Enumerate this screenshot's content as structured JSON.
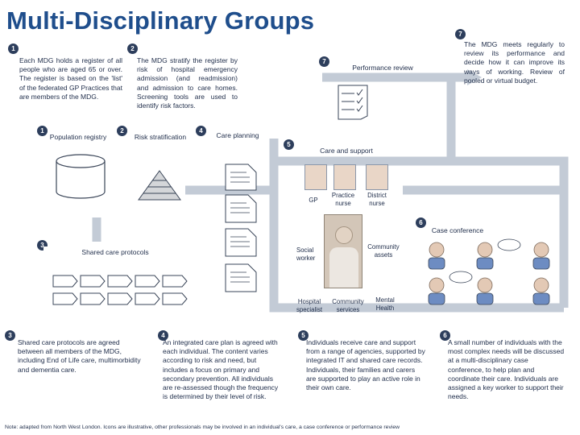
{
  "title": "Multi-Disciplinary Groups",
  "top": {
    "text1": "Each MDG holds a register of all people who are aged 65 or over. The register is based on the 'list' of the federated GP Practices that are members of the MDG.",
    "num1": "1",
    "text2": "The MDG stratify the register by risk of hospital emergency admission (and readmission) and admission to care homes. Screening tools are used to identify risk factors.",
    "num2": "2",
    "text7": "The MDG meets regularly to review its performance and decide how it can improve its ways of working. Review of pooled or virtual budget.",
    "num7": "7"
  },
  "flow": {
    "population": {
      "num": "1",
      "label": "Population registry"
    },
    "risk": {
      "num": "2",
      "label": "Risk stratification"
    },
    "care_planning": {
      "num": "4",
      "label": "Care planning"
    },
    "performance": {
      "num": "7",
      "label": "Performance review"
    },
    "care_support": {
      "num": "5",
      "label": "Care and support"
    },
    "care_conference": {
      "num": "6",
      "label": "Case conference"
    },
    "shared": {
      "num": "3",
      "label": "Shared care protocols"
    }
  },
  "people": {
    "gp": "GP",
    "practice_nurse": "Practice nurse",
    "district_nurse": "District nurse",
    "social_worker": "Social worker",
    "community_assets": "Community assets",
    "hospital_specialist": "Hospital specialist",
    "community_services": "Community services",
    "mental_health": "Mental Health"
  },
  "bottom": {
    "b3": {
      "num": "3",
      "text": "Shared care protocols are agreed between all members of the MDG, including End of Life care, multimorbidity and dementia care."
    },
    "b4": {
      "num": "4",
      "text": "An integrated care plan is agreed with each individual. The content varies according to risk and need, but includes a focus on primary and secondary prevention. All individuals are re-assessed though the frequency is determined by their level of risk."
    },
    "b5": {
      "num": "5",
      "text": "Individuals receive care and support from a range of agencies, supported by integrated IT and shared care records. Individuals, their families and carers are supported to play an active role in their own care."
    },
    "b6": {
      "num": "6",
      "text": "A small number of individuals with the most complex needs will be discussed at a multi-disciplinary case conference, to help plan and coordinate their care. Individuals are assigned a key worker to support their needs."
    }
  },
  "note": "Note: adapted from North West London. Icons are illustrative, other professionals may be involved in an individual's care, a case conference or performance review",
  "colors": {
    "accent": "#4a74b5",
    "title": "#1f4e8c",
    "badge": "#2d3e5c",
    "connector": "#c3cbd6"
  }
}
